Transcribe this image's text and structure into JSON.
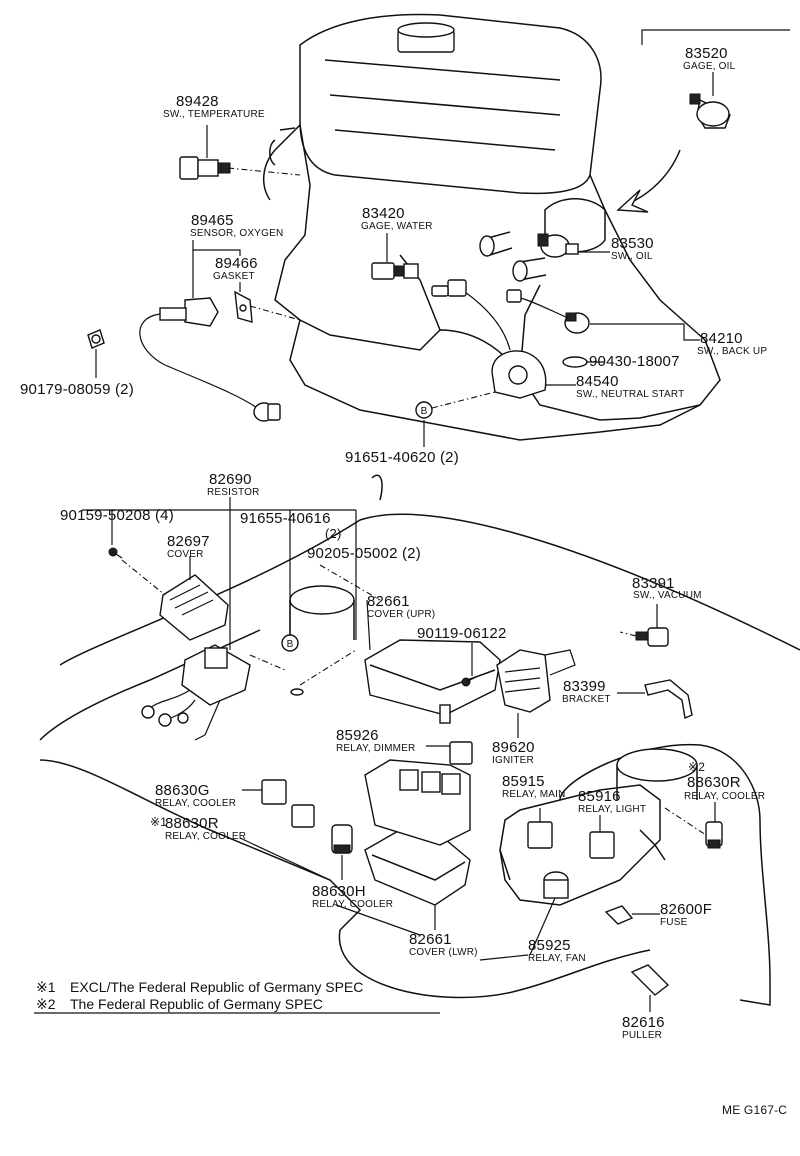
{
  "drawing_code": "ME G167-C",
  "circle_marker": "B",
  "parts": [
    {
      "id": "p83520",
      "number": "83520",
      "desc": "GAGE, OIL"
    },
    {
      "id": "p89428",
      "number": "89428",
      "desc": "SW., TEMPERATURE"
    },
    {
      "id": "p89465",
      "number": "89465",
      "desc": "SENSOR, OXYGEN"
    },
    {
      "id": "p89466",
      "number": "89466",
      "desc": "GASKET"
    },
    {
      "id": "p83420",
      "number": "83420",
      "desc": "GAGE, WATER"
    },
    {
      "id": "p83530",
      "number": "83530",
      "desc": "SW., OIL"
    },
    {
      "id": "p84210",
      "number": "84210",
      "desc": "SW., BACK UP"
    },
    {
      "id": "p90430",
      "number": "90430-18007",
      "desc": ""
    },
    {
      "id": "p84540",
      "number": "84540",
      "desc": "SW., NEUTRAL START"
    },
    {
      "id": "p90179",
      "number": "90179-08059 (2)",
      "desc": ""
    },
    {
      "id": "p91651",
      "number": "91651-40620 (2)",
      "desc": ""
    },
    {
      "id": "p82690",
      "number": "82690",
      "desc": "RESISTOR"
    },
    {
      "id": "p90159",
      "number": "90159-50208 (4)",
      "desc": ""
    },
    {
      "id": "p91655",
      "number": "91655-40616",
      "desc": "(2)"
    },
    {
      "id": "p82697",
      "number": "82697",
      "desc": "COVER"
    },
    {
      "id": "p90205",
      "number": "90205-05002 (2)",
      "desc": ""
    },
    {
      "id": "p82661u",
      "number": "82661",
      "desc": "COVER (UPR)"
    },
    {
      "id": "p83391",
      "number": "83391",
      "desc": "SW., VACUUM"
    },
    {
      "id": "p90119",
      "number": "90119-06122",
      "desc": ""
    },
    {
      "id": "p83399",
      "number": "83399",
      "desc": "BRACKET"
    },
    {
      "id": "p85926",
      "number": "85926",
      "desc": "RELAY, DIMMER"
    },
    {
      "id": "p89620",
      "number": "89620",
      "desc": "IGNITER"
    },
    {
      "id": "p88630G",
      "number": "88630G",
      "desc": "RELAY, COOLER"
    },
    {
      "id": "p88630R1",
      "number": "88630R",
      "desc": "RELAY, COOLER",
      "mark": "※1"
    },
    {
      "id": "p85915",
      "number": "85915",
      "desc": "RELAY, MAIN"
    },
    {
      "id": "p85916",
      "number": "85916",
      "desc": "RELAY, LIGHT"
    },
    {
      "id": "p88630R2",
      "number": "88630R",
      "desc": "RELAY, COOLER",
      "mark": "※2"
    },
    {
      "id": "p88630H",
      "number": "88630H",
      "desc": "RELAY, COOLER"
    },
    {
      "id": "p82661l",
      "number": "82661",
      "desc": "COVER (LWR)"
    },
    {
      "id": "p85925",
      "number": "85925",
      "desc": "RELAY, FAN"
    },
    {
      "id": "p82600F",
      "number": "82600F",
      "desc": "FUSE"
    },
    {
      "id": "p82616",
      "number": "82616",
      "desc": "PULLER"
    }
  ],
  "notes": [
    {
      "mark": "※1",
      "text": "EXCL/The Federal Republic of Germany SPEC"
    },
    {
      "mark": "※2",
      "text": "The Federal Republic of Germany SPEC"
    }
  ]
}
